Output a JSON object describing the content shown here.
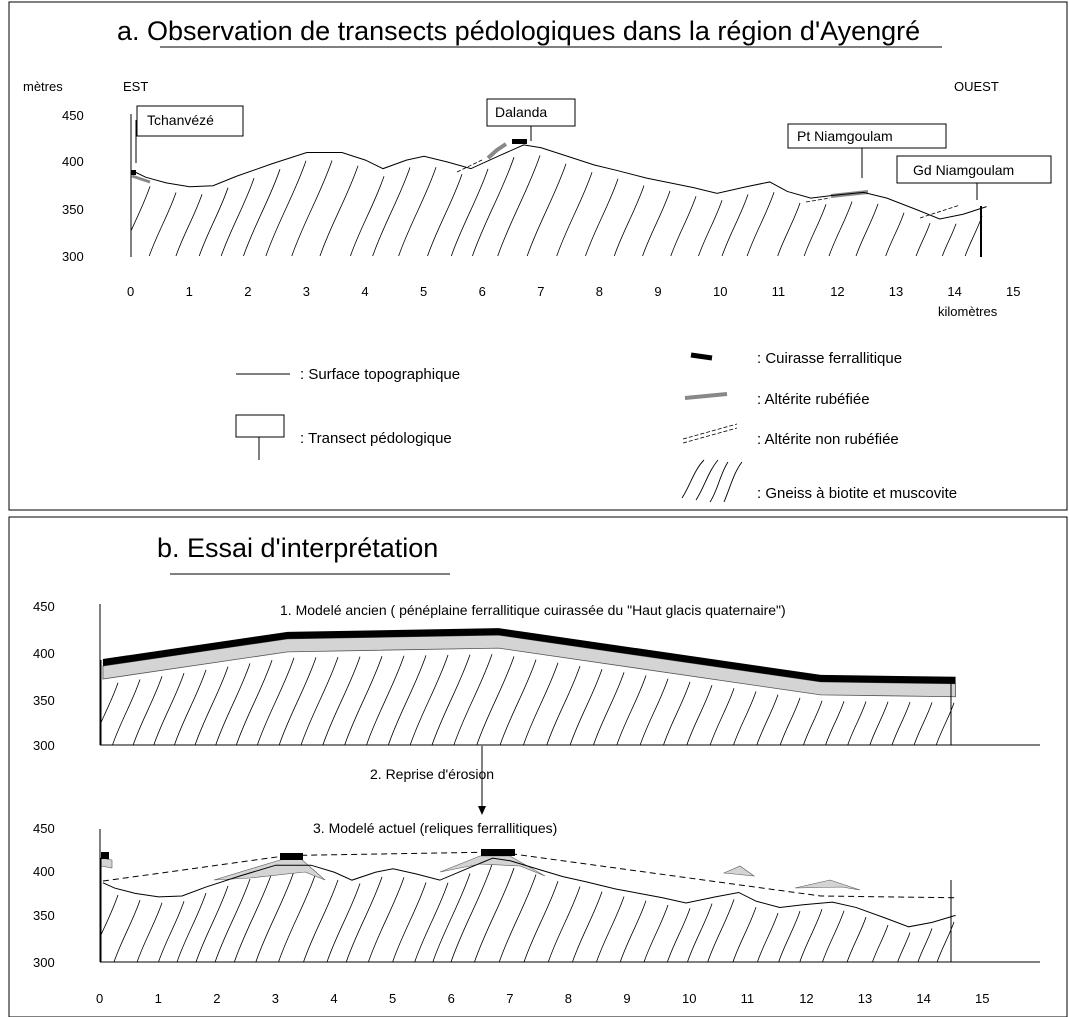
{
  "panel_a": {
    "title": "a. Observation de transects pédologiques dans la région d'Ayengré",
    "y_unit": "mètres",
    "x_unit": "kilomètres",
    "east_label": "EST",
    "west_label": "OUEST",
    "y_ticks": [
      "450",
      "400",
      "350",
      "300"
    ],
    "x_ticks": [
      "0",
      "1",
      "2",
      "3",
      "4",
      "5",
      "6",
      "7",
      "8",
      "9",
      "10",
      "11",
      "12",
      "13",
      "14",
      "15"
    ],
    "transects": [
      "Tchanvézé",
      "Dalanda",
      "Pt Niamgoulam",
      "Gd Niamgoulam"
    ],
    "legend": {
      "surface": ": Surface topographique",
      "transect": ": Transect pédologique",
      "cuirasse": ": Cuirasse ferrallitique",
      "rubefiee": ": Altérite rubéfiée",
      "non_rubefiee": ": Altérite non rubéfiée",
      "gneiss": ": Gneiss à biotite et muscovite"
    }
  },
  "panel_b": {
    "title": "b. Essai d'interprétation",
    "y_ticks": [
      "450",
      "400",
      "350",
      "300"
    ],
    "x_ticks": [
      "0",
      "1",
      "2",
      "3",
      "4",
      "5",
      "6",
      "7",
      "8",
      "9",
      "10",
      "11",
      "12",
      "13",
      "14",
      "15"
    ],
    "label_1": "1. Modelé ancien ( pénéplaine ferrallitique cuirassée du \"Haut glacis quaternaire\")",
    "label_2": "2. Reprise d'érosion",
    "label_3": "3. Modelé actuel (reliques ferrallitiques)"
  },
  "colors": {
    "line": "#000000",
    "cuirasse": "#000000",
    "alterite_rubefiee": "#8c8c8c",
    "alterite_light": "#d4d4d4"
  },
  "profiles": {
    "current_topography": [
      [
        0.05,
        390
      ],
      [
        0.25,
        384
      ],
      [
        0.6,
        378
      ],
      [
        1.0,
        374
      ],
      [
        1.4,
        375
      ],
      [
        1.8,
        385
      ],
      [
        2.4,
        398
      ],
      [
        3.0,
        410
      ],
      [
        3.6,
        410
      ],
      [
        4.0,
        402
      ],
      [
        4.3,
        393
      ],
      [
        4.7,
        402
      ],
      [
        5.0,
        406
      ],
      [
        5.4,
        400
      ],
      [
        5.8,
        393
      ],
      [
        6.3,
        407
      ],
      [
        6.7,
        418
      ],
      [
        7.0,
        415
      ],
      [
        7.5,
        405
      ],
      [
        7.9,
        397
      ],
      [
        8.3,
        391
      ],
      [
        8.8,
        383
      ],
      [
        9.2,
        378
      ],
      [
        9.6,
        373
      ],
      [
        10.0,
        367
      ],
      [
        10.5,
        374
      ],
      [
        10.9,
        379
      ],
      [
        11.2,
        369
      ],
      [
        11.6,
        362
      ],
      [
        12.0,
        365
      ],
      [
        12.5,
        368
      ],
      [
        12.9,
        362
      ],
      [
        13.4,
        350
      ],
      [
        13.8,
        340
      ],
      [
        14.2,
        345
      ],
      [
        14.6,
        353
      ]
    ],
    "ancient_surface": [
      [
        0.05,
        392
      ],
      [
        3.2,
        421
      ],
      [
        6.8,
        425
      ],
      [
        12.3,
        375
      ],
      [
        14.6,
        373
      ]
    ]
  }
}
